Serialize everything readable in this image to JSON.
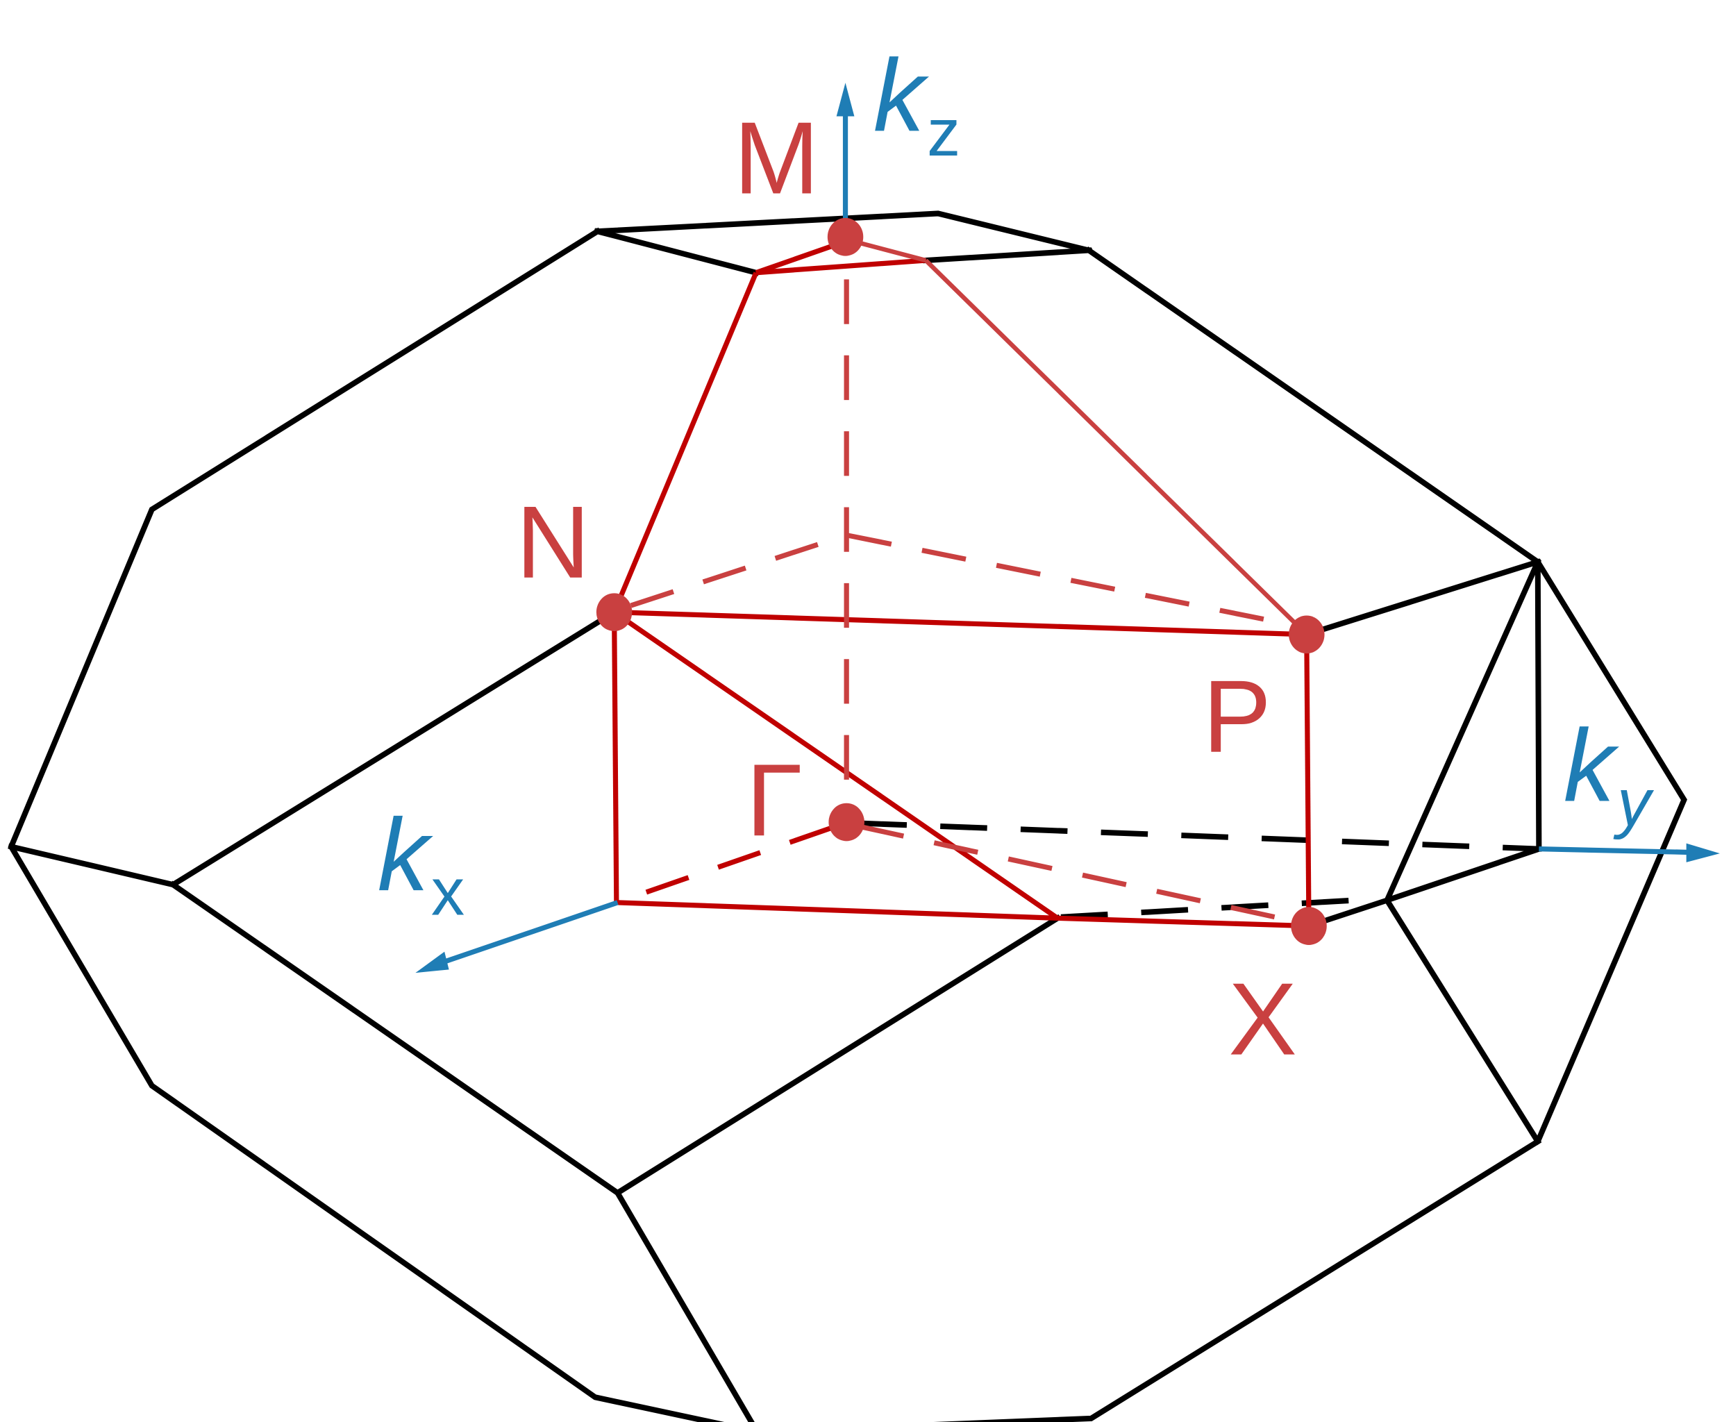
{
  "figure": {
    "title": "",
    "description": "Brillouin zone of a body-centered tetragonal lattice with high-symmetry points and path"
  },
  "colors": {
    "zone_edges": "#000000",
    "path": "#c00000",
    "points": "#c94040",
    "axes": "#1f7db5",
    "background": "#ffffff"
  },
  "points": {
    "M": {
      "label": "M"
    },
    "N": {
      "label": "N"
    },
    "P": {
      "label": "P"
    },
    "Gamma": {
      "label": "Γ"
    },
    "X": {
      "label": "X"
    }
  },
  "axes": {
    "kx": {
      "base": "k",
      "sub": "x"
    },
    "ky": {
      "base": "k",
      "sub": "y"
    },
    "kz": {
      "base": "k",
      "sub": "z"
    }
  }
}
